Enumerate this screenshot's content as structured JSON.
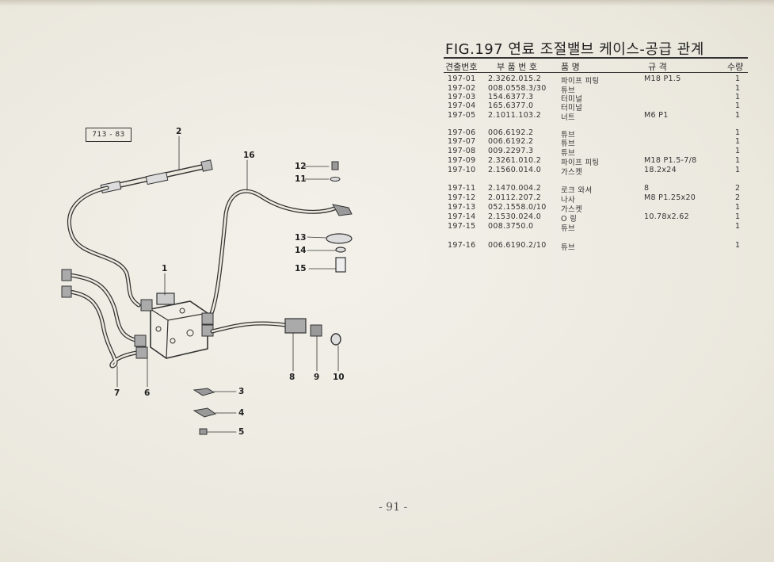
{
  "title": "FIG.197 연료 조절밸브 케이스-공급 관계",
  "ref_code": "713 - 83",
  "columns": {
    "group_no": "견출번호",
    "part_no": "부 품 번 호",
    "name": "품 명",
    "spec": "규 격",
    "qty": "수량"
  },
  "parts": [
    {
      "no": "197-01",
      "part": "2.3262.015.2",
      "name": "파이프 피팅",
      "spec": "M18 P1.5",
      "qty": "1"
    },
    {
      "no": "197-02",
      "part": "008.0558.3/30",
      "name": "튜브",
      "spec": "",
      "qty": "1"
    },
    {
      "no": "197-03",
      "part": "154.6377.3",
      "name": "터미널",
      "spec": "",
      "qty": "1"
    },
    {
      "no": "197-04",
      "part": "165.6377.0",
      "name": "터미널",
      "spec": "",
      "qty": "1"
    },
    {
      "no": "197-05",
      "part": "2.1011.103.2",
      "name": "너트",
      "spec": "M6 P1",
      "qty": "1"
    },
    {
      "no": "197-06",
      "part": "006.6192.2",
      "name": "튜브",
      "spec": "",
      "qty": "1"
    },
    {
      "no": "197-07",
      "part": "006.6192.2",
      "name": "튜브",
      "spec": "",
      "qty": "1"
    },
    {
      "no": "197-08",
      "part": "009.2297.3",
      "name": "튜브",
      "spec": "",
      "qty": "1"
    },
    {
      "no": "197-09",
      "part": "2.3261.010.2",
      "name": "파이프 피팅",
      "spec": "M18 P1.5-7/8",
      "qty": "1"
    },
    {
      "no": "197-10",
      "part": "2.1560.014.0",
      "name": "가스켓",
      "spec": "18.2x24",
      "qty": "1"
    },
    {
      "no": "197-11",
      "part": "2.1470.004.2",
      "name": "로크 와셔",
      "spec": "8",
      "qty": "2"
    },
    {
      "no": "197-12",
      "part": "2.0112.207.2",
      "name": "나사",
      "spec": "M8 P1.25x20",
      "qty": "2"
    },
    {
      "no": "197-13",
      "part": "052.1558.0/10",
      "name": "가스켓",
      "spec": "",
      "qty": "1"
    },
    {
      "no": "197-14",
      "part": "2.1530.024.0",
      "name": "O 링",
      "spec": "10.78x2.62",
      "qty": "1"
    },
    {
      "no": "197-15",
      "part": "008.3750.0",
      "name": "튜브",
      "spec": "",
      "qty": "1"
    },
    {
      "no": "197-16",
      "part": "006.6190.2/10",
      "name": "튜브",
      "spec": "",
      "qty": "1"
    }
  ],
  "callouts": [
    "1",
    "2",
    "3",
    "4",
    "5",
    "6",
    "7",
    "8",
    "9",
    "10",
    "11",
    "12",
    "13",
    "14",
    "15",
    "16"
  ],
  "page_number": "- 91 -"
}
